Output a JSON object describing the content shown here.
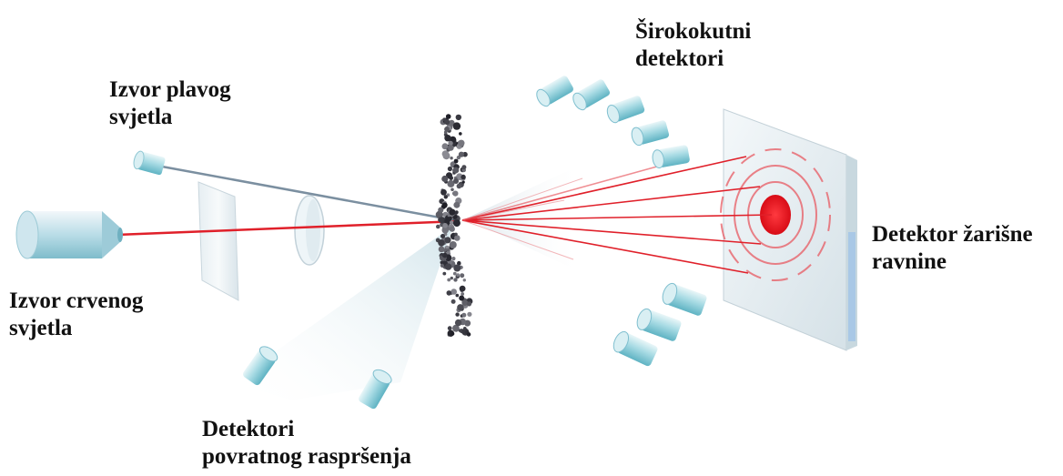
{
  "labels": {
    "blue_source": {
      "line1": "Izvor plavog",
      "line2": "svjetla"
    },
    "red_source": {
      "line1": "Izvor crvenog",
      "line2": "svjetla"
    },
    "wide_angle": {
      "line1": "Širokokutni",
      "line2": "detektori"
    },
    "focal_plane": {
      "line1": "Detektor žarišne",
      "line2": "ravnine"
    },
    "backscatter": {
      "line1": "Detektori",
      "line2": "povratnog raspršenja"
    }
  },
  "colors": {
    "red_beam": "#e0202a",
    "blue_beam": "#7b8fa0",
    "focal_spot": "#e8101a",
    "detector_body": "#8fd0dc",
    "label_text": "#111111"
  }
}
